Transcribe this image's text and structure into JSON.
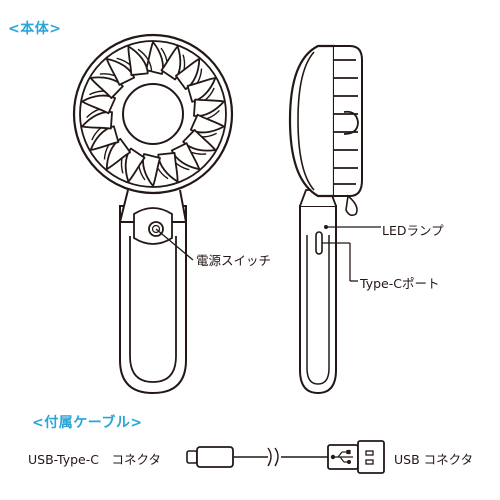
{
  "sections": {
    "main_body": "<本体>",
    "accessories": "<付属ケーブル>"
  },
  "labels": {
    "power_switch": "電源スイッチ",
    "led_lamp": "LEDランプ",
    "type_c_port": "Type-Cポート",
    "usb_type_c_connector": "USB-Type-C　コネクタ",
    "usb_connector": "USB コネクタ"
  },
  "colors": {
    "heading": "#2aa5d8",
    "line": "#231815"
  }
}
